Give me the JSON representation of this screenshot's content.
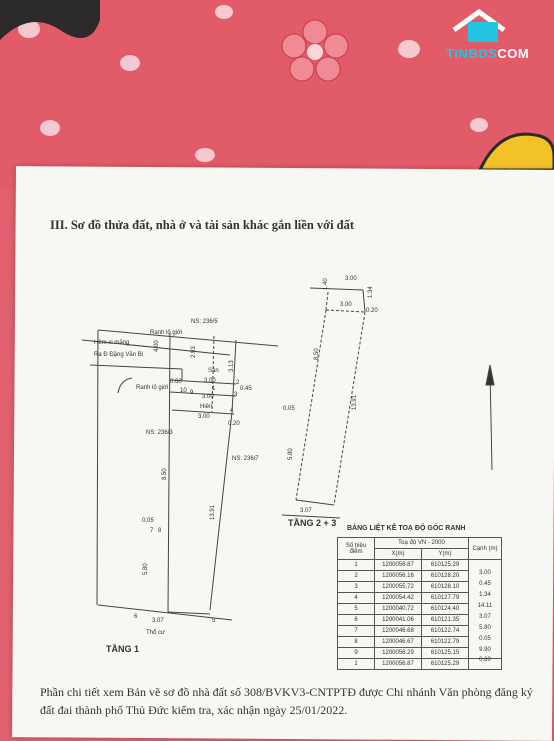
{
  "watermark": {
    "brand_a": "TIN",
    "brand_b": "BDS",
    "brand_c": "COM"
  },
  "heading": "III. Sơ đồ thửa đất, nhà ở và tài sản khác gắn liền với đất",
  "plan1": {
    "title": "TẦNG 1",
    "labels": {
      "ns_top": "NS: 236/5",
      "ranh_top": "Ranh lộ giới",
      "hem": "Hẻm xi măng",
      "ra_duong": "Ra Đ Đặng Văn Bi",
      "san": "Sân",
      "ranh_mid": "Ranh lộ giới",
      "hien": "Hiên",
      "ns_left": "NS: 236/3",
      "ns_right": "NS: 236/7",
      "tho_cu": "Thổ cư"
    },
    "dims": {
      "d400": "4.00",
      "d293": "2.93",
      "d313": "3.13",
      "d060": "0.60",
      "d300a": "3.00",
      "d045": "0.45",
      "d300b": "3.00",
      "d020": "0.20",
      "d850": "8.50",
      "d1391": "13.91",
      "d005": "0.05",
      "d580": "5.80",
      "d307": "3.07"
    },
    "points": {
      "p1": "1",
      "p2": "2",
      "p3": "3",
      "p4": "4",
      "p5": "5",
      "p6": "6",
      "p7": "7",
      "p8": "8",
      "p9": "9",
      "p10": "10"
    }
  },
  "plan23": {
    "title": "TẦNG 2 + 3",
    "dims": {
      "top": "3.00",
      "d140": "1.40",
      "d300": "3.00",
      "d020": "0.20",
      "d134": "1.34",
      "d850": "8.50",
      "d1391": "13.91",
      "d005": "0.05",
      "d580": "5.80",
      "bottom": "3.07"
    }
  },
  "coord_table": {
    "title": "BẢNG LIỆT KÊ TOẠ ĐỘ GÓC RANH",
    "headers": {
      "point": "Số hiệu điểm",
      "system": "Toạ độ VN - 2000",
      "x": "X(m)",
      "y": "Y(m)",
      "edge": "Cạnh (m)"
    },
    "rows": [
      {
        "n": "1",
        "x": "1200056.87",
        "y": "610125.29"
      },
      {
        "n": "2",
        "x": "1200056.16",
        "y": "610128.20"
      },
      {
        "n": "3",
        "x": "1200055.72",
        "y": "610128.10"
      },
      {
        "n": "4",
        "x": "1200054.42",
        "y": "610127.79"
      },
      {
        "n": "5",
        "x": "1200040.72",
        "y": "610124.40"
      },
      {
        "n": "6",
        "x": "1200041.06",
        "y": "610121.35"
      },
      {
        "n": "7",
        "x": "1200046.68",
        "y": "610122.74"
      },
      {
        "n": "8",
        "x": "1200046.67",
        "y": "610122.79"
      },
      {
        "n": "9",
        "x": "1200056.29",
        "y": "610125.15"
      },
      {
        "n": "1",
        "x": "1200056.87",
        "y": "610125.29"
      }
    ],
    "edges": [
      "3.00",
      "0.45",
      "1.34",
      "14.11",
      "3.07",
      "5.80",
      "0.05",
      "9.90",
      "0.60"
    ]
  },
  "footer": "Phần chi tiết xem Bản vẽ sơ đồ nhà đất số 308/BVKV3-CNTPTĐ được Chi nhánh Văn phòng đăng ký đất đai thành phố Thủ Đức kiểm tra, xác nhận ngày 25/01/2022."
}
